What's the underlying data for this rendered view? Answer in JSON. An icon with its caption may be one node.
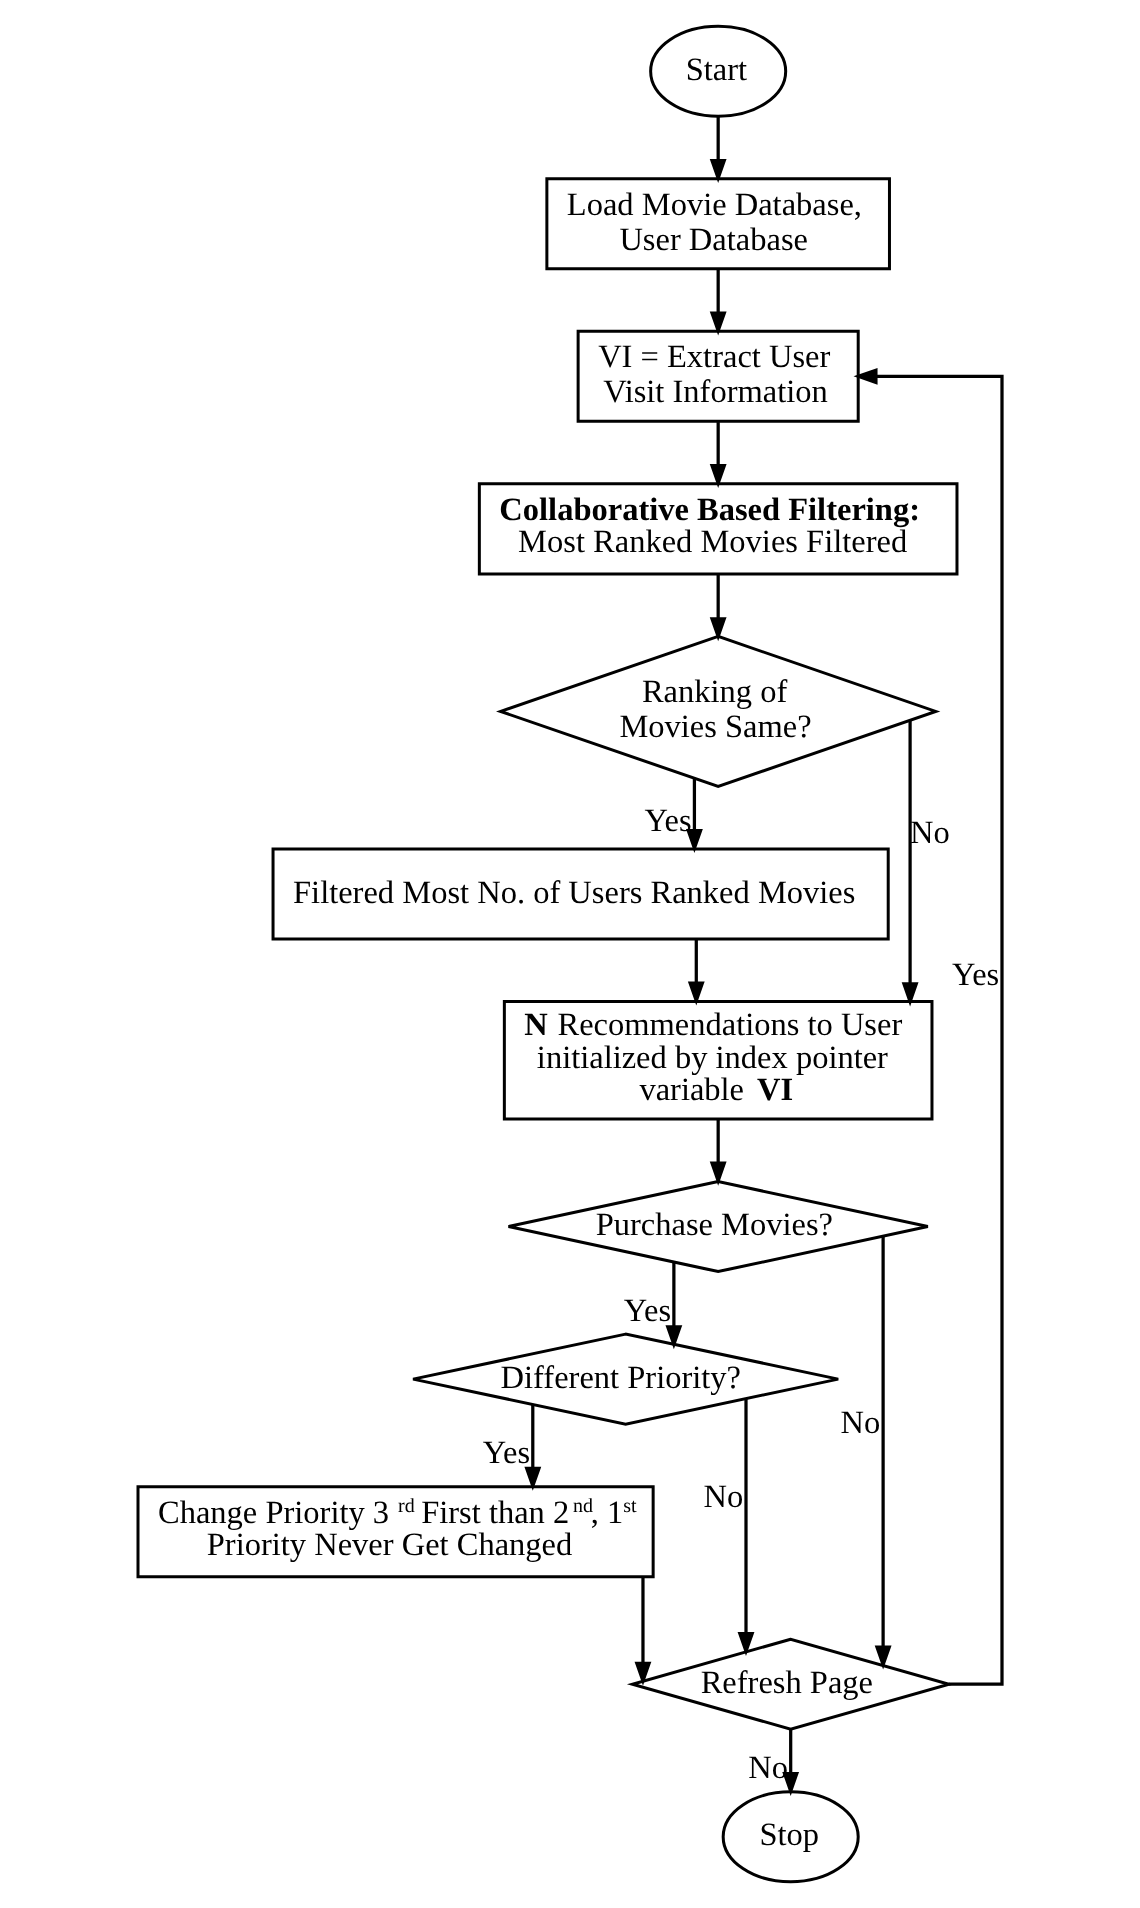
{
  "diagram": {
    "nodes": [
      {
        "text": [
          "Start"
        ]
      },
      {
        "text": [
          "Load Movie Database, User Database"
        ]
      },
      {
        "text": [
          "VI = Extract User Visit Information"
        ]
      },
      {
        "text": [
          "Collaborative Based Filtering:",
          "Most Ranked Movies Filtered"
        ]
      },
      {
        "text": [
          "Ranking of Movies Same?"
        ]
      },
      {
        "text": [
          "Filtered Most No. of Users Ranked Movies"
        ]
      },
      {
        "text": [
          "**N** Recommendations to User initialized by index pointer variable **VI**"
        ]
      },
      {
        "text": [
          "Purchase Movies?"
        ]
      },
      {
        "text": [
          "Different Priority?"
        ]
      },
      {
        "text": [
          "Change Priority 3$^{rd}$ First than 2$^{nd}$, 1$^{st}$ Priority Never Get Changed"
        ]
      },
      {
        "text": [
          "Refresh Page"
        ]
      },
      {
        "text": [
          "Stop"
        ]
      }
    ],
    "edges": [
      {
        "from": 0,
        "to": 1,
        "arrow": "to"
      },
      {
        "from": 1,
        "to": 2,
        "arrow": "to"
      },
      {
        "from": 2,
        "to": 3,
        "arrow": "to"
      },
      {
        "from": 3,
        "to": 4,
        "arrow": "to"
      },
      {
        "from": 4,
        "to": 5,
        "arrow": "to",
        "label": "Yes"
      },
      {
        "from": 4,
        "to": 6,
        "arrow": "to",
        "label": "No"
      },
      {
        "from": 5,
        "to": 6,
        "arrow": "to"
      },
      {
        "from": 6,
        "to": 7,
        "arrow": "to"
      },
      {
        "from": 7,
        "to": 8,
        "arrow": "to",
        "label": "Yes"
      },
      {
        "from": 7,
        "to": 10,
        "arrow": "to",
        "label": "No"
      },
      {
        "from": 8,
        "to": 9,
        "arrow": "to",
        "label": "Yes"
      },
      {
        "from": 8,
        "to": 10,
        "arrow": "to",
        "label": "No"
      },
      {
        "from": 9,
        "to": 10,
        "arrow": "to"
      },
      {
        "from": 10,
        "to": 2,
        "arrow": "to",
        "label": "Yes"
      },
      {
        "from": 10,
        "to": 11,
        "arrow": "to",
        "label": "No"
      }
    ]
  }
}
